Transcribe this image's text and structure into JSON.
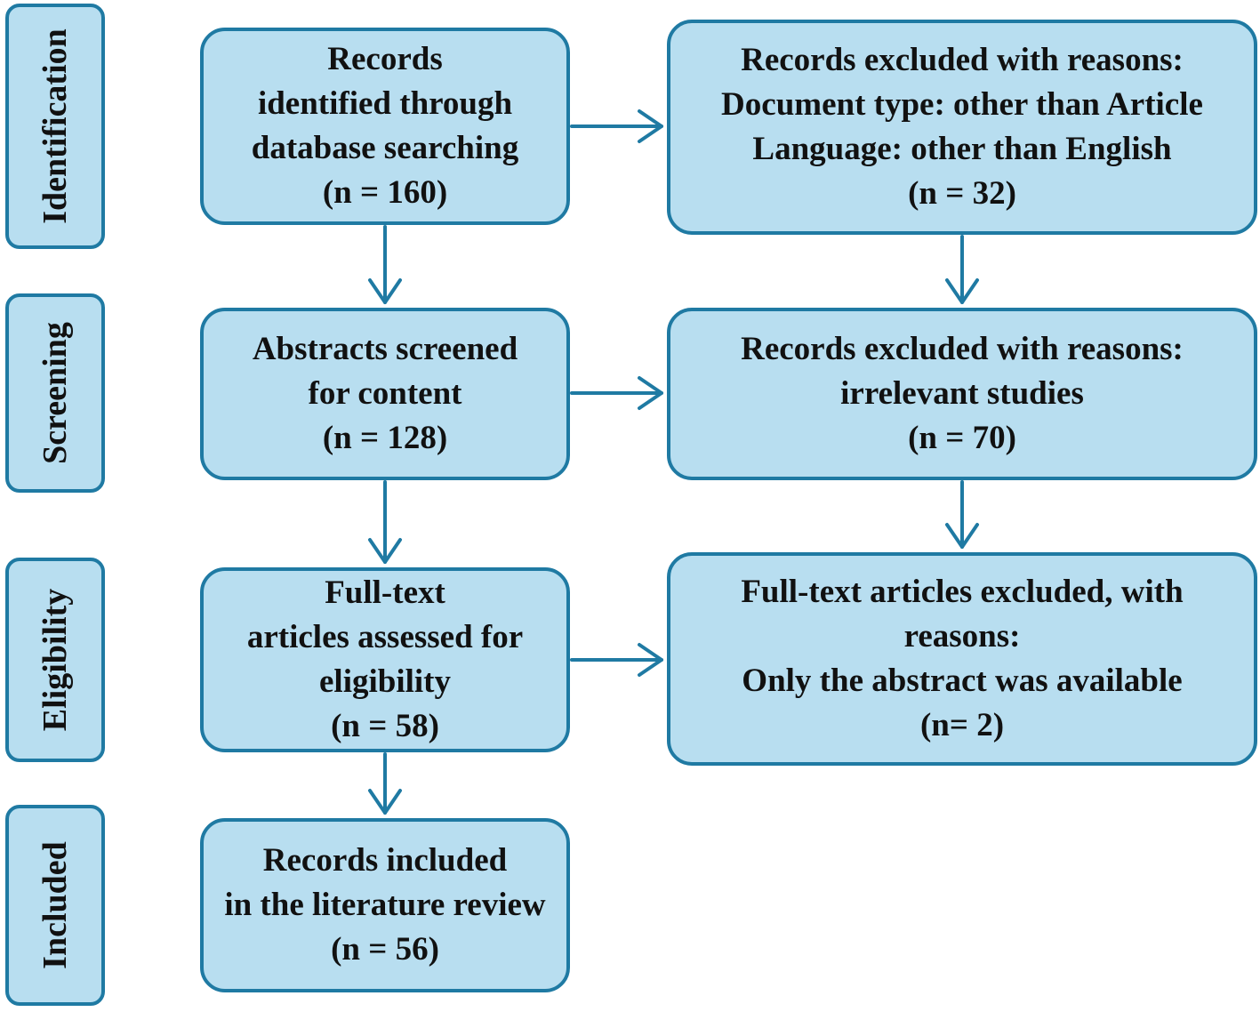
{
  "stages": {
    "identification": "Identification",
    "screening": "Screening",
    "eligibility": "Eligibility",
    "included": "Included"
  },
  "boxes": {
    "identified": [
      "Records",
      "identified through",
      "database searching",
      "(n = 160)"
    ],
    "excluded_identification": [
      "Records excluded with reasons:",
      "Document type: other than Article",
      "Language: other than English",
      "(n = 32)"
    ],
    "screened": [
      "Abstracts screened",
      "for content",
      "(n = 128)"
    ],
    "excluded_screening": [
      "Records excluded with reasons:",
      "irrelevant studies",
      "(n = 70)"
    ],
    "assessed": [
      "Full-text",
      "articles assessed for",
      "eligibility",
      "(n = 58)"
    ],
    "excluded_fulltext": [
      "Full-text articles excluded, with",
      "reasons:",
      "Only the abstract was available",
      "(n= 2)"
    ],
    "included": [
      "Records included",
      "in the literature review",
      "(n = 56)"
    ]
  },
  "colors": {
    "box_fill": "#b8def0",
    "border": "#1f7aa3",
    "arrow": "#1f7aa3",
    "text": "#111111"
  }
}
